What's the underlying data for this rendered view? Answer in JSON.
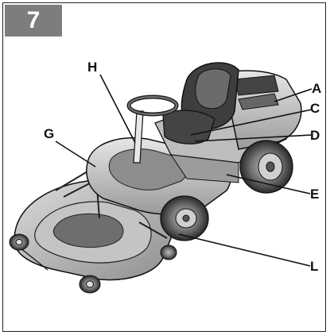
{
  "figure": {
    "number": "7"
  },
  "callouts": {
    "a": "A",
    "h": "H",
    "c": "C",
    "d": "D",
    "g": "G",
    "e": "E",
    "l": "L"
  },
  "colors": {
    "badge": "#7d7d7d",
    "body_light": "#d9d9d9",
    "body_mid": "#a8a8a8",
    "body_dark": "#5a5a5a",
    "line": "#111111"
  }
}
